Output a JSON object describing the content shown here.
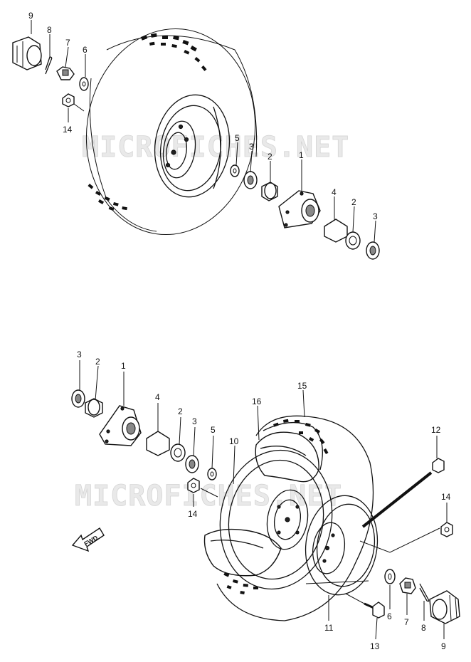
{
  "watermark": "MICROFICHES.NET",
  "direction_label": "FWD",
  "callouts_upper": [
    {
      "key": "u9",
      "text": "9"
    },
    {
      "key": "u8",
      "text": "8"
    },
    {
      "key": "u7",
      "text": "7"
    },
    {
      "key": "u6",
      "text": "6"
    },
    {
      "key": "u14",
      "text": "14"
    },
    {
      "key": "u5",
      "text": "5"
    },
    {
      "key": "u3a",
      "text": "3"
    },
    {
      "key": "u2a",
      "text": "2"
    },
    {
      "key": "u1",
      "text": "1"
    },
    {
      "key": "u4",
      "text": "4"
    },
    {
      "key": "u2b",
      "text": "2"
    },
    {
      "key": "u3b",
      "text": "3"
    }
  ],
  "callouts_lower": [
    {
      "key": "l3a",
      "text": "3"
    },
    {
      "key": "l2a",
      "text": "2"
    },
    {
      "key": "l1",
      "text": "1"
    },
    {
      "key": "l4",
      "text": "4"
    },
    {
      "key": "l2b",
      "text": "2"
    },
    {
      "key": "l3b",
      "text": "3"
    },
    {
      "key": "l5",
      "text": "5"
    },
    {
      "key": "l14a",
      "text": "14"
    },
    {
      "key": "l10",
      "text": "10"
    },
    {
      "key": "l16",
      "text": "16"
    },
    {
      "key": "l15",
      "text": "15"
    },
    {
      "key": "l12",
      "text": "12"
    },
    {
      "key": "l14b",
      "text": "14"
    },
    {
      "key": "l6",
      "text": "6"
    },
    {
      "key": "l7",
      "text": "7"
    },
    {
      "key": "l8",
      "text": "8"
    },
    {
      "key": "l11",
      "text": "11"
    },
    {
      "key": "l13",
      "text": "13"
    },
    {
      "key": "l9",
      "text": "9"
    }
  ]
}
